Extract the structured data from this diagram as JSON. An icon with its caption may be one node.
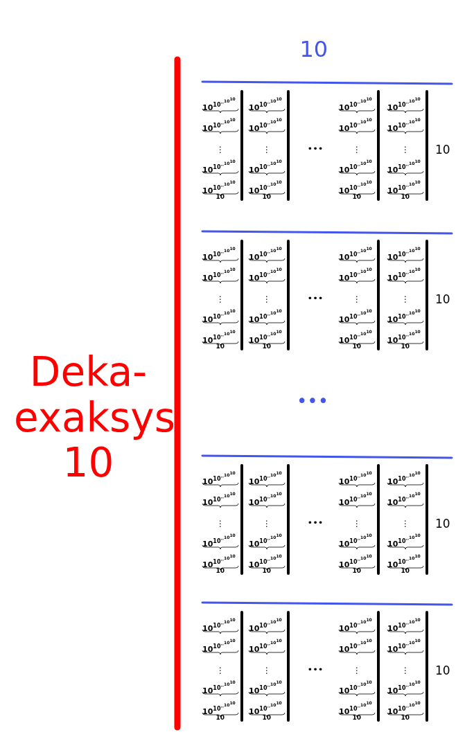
{
  "diagram": {
    "title": "Deka- exaksys 10",
    "labels": [
      "10",
      "10$^{10}$$^{··}$$^{10}$$^{10}$",
      "10$^{10}$$^{··}$$^{10}$$^{10}$",
      "⋮",
      "10$^{10}$$^{··}$$^{10}$$^{10}$",
      "10$^{10}$$^{··}$$^{10}$$^{10}$",
      "10",
      "10$^{10}$$^{··}$$^{10}$$^{10}$",
      "10$^{10}$$^{··}$$^{10}$$^{10}$",
      "⋮",
      "10$^{10}$$^{··}$$^{10}$$^{10}$",
      "10$^{10}$$^{··}$$^{10}$$^{10}$",
      "10",
      "•••",
      "10$^{10}$$^{··}$$^{10}$$^{10}$",
      "10$^{10}$$^{··}$$^{10}$$^{10}$",
      "⋮",
      "10$^{10}$$^{··}$$^{10}$$^{10}$",
      "10$^{10}$$^{··}$$^{10}$$^{10}$",
      "10",
      "10$^{10}$$^{··}$$^{10}$$^{10}$",
      "10$^{10}$$^{··}$$^{10}$$^{10}$",
      "⋮",
      "10$^{10}$$^{··}$$^{10}$$^{10}$",
      "10$^{10}$$^{··}$$^{10}$$^{10}$",
      "10",
      "10",
      "10$^{10}$$^{··}$$^{10}$$^{10}$",
      "10$^{10}$$^{··}$$^{10}$$^{10}$",
      "⋮",
      "10$^{10}$$^{··}$$^{10}$$^{10}$",
      "10$^{10}$$^{··}$$^{10}$$^{10}$",
      "10",
      "10$^{10}$$^{··}$$^{10}$$^{10}$",
      "10$^{10}$$^{··}$$^{10}$$^{10}$",
      "⋮",
      "10$^{10}$$^{··}$$^{10}$$^{10}$",
      "10$^{10}$$^{··}$$^{10}$$^{10}$",
      "10",
      "•••",
      "10$^{10}$$^{··}$$^{10}$$^{10}$",
      "10$^{10}$$^{··}$$^{10}$$^{10}$",
      "⋮",
      "10$^{10}$$^{··}$$^{10}$$^{10}$",
      "10$^{10}$$^{··}$$^{10}$$^{10}$",
      "10",
      "10$^{10}$$^{··}$$^{10}$$^{10}$",
      "10$^{10}$$^{··}$$^{10}$$^{10}$",
      "⋮",
      "10$^{10}$$^{··}$$^{10}$$^{10}$",
      "10$^{10}$$^{··}$$^{10}$$^{10}$",
      "10",
      "10",
      "•••",
      "10$^{10}$$^{··}$$^{10}$$^{10}$",
      "10$^{10}$$^{··}$$^{10}$$^{10}$",
      "⋮",
      "10$^{10}$$^{··}$$^{10}$$^{10}$",
      "10$^{10}$$^{··}$$^{10}$$^{10}$",
      "10",
      "10$^{10}$$^{··}$$^{10}$$^{10}$",
      "10$^{10}$$^{··}$$^{10}$$^{10}$",
      "⋮",
      "10$^{10}$$^{··}$$^{10}$$^{10}$",
      "10$^{10}$$^{··}$$^{10}$$^{10}$",
      "10",
      "•••",
      "10$^{10}$$^{··}$$^{10}$$^{10}$",
      "10$^{10}$$^{··}$$^{10}$$^{10}$",
      "⋮",
      "10$^{10}$$^{··}$$^{10}$$^{10}$",
      "10$^{10}$$^{··}$$^{10}$$^{10}$",
      "10",
      "10$^{10}$$^{··}$$^{10}$$^{10}$",
      "10$^{10}$$^{··}$$^{10}$$^{10}$",
      "⋮",
      "10$^{10}$$^{··}$$^{10}$$^{10}$",
      "10$^{10}$$^{··}$$^{10}$$^{10}$",
      "10",
      "10",
      "10$^{10}$$^{··}$$^{10}$$^{10}$",
      "10$^{10}$$^{··}$$^{10}$$^{10}$",
      "⋮",
      "10$^{10}$$^{··}$$^{10}$$^{10}$",
      "10$^{10}$$^{··}$$^{10}$$^{10}$",
      "10",
      "10$^{10}$$^{··}$$^{10}$$^{10}$",
      "10$^{10}$$^{··}$$^{10}$$^{10}$",
      "⋮",
      "10$^{10}$$^{··}$$^{10}$$^{10}$",
      "10$^{10}$$^{··}$$^{10}$$^{10}$",
      "10",
      "•••",
      "10$^{10}$$^{··}$$^{10}$$^{10}$",
      "10$^{10}$$^{··}$$^{10}$$^{10}$",
      "⋮",
      "10$^{10}$$^{··}$$^{10}$$^{10}$",
      "10$^{10}$$^{··}$$^{10}$$^{10}$",
      "10",
      "10$^{10}$$^{··}$$^{10}$$^{10}$",
      "10$^{10}$$^{··}$$^{10}$$^{10}$",
      "⋮",
      "10$^{10}$$^{··}$$^{10}$$^{10}$",
      "10$^{10}$$^{··}$$^{10}$$^{10}$",
      "10",
      "10"
    ]
  }
}
